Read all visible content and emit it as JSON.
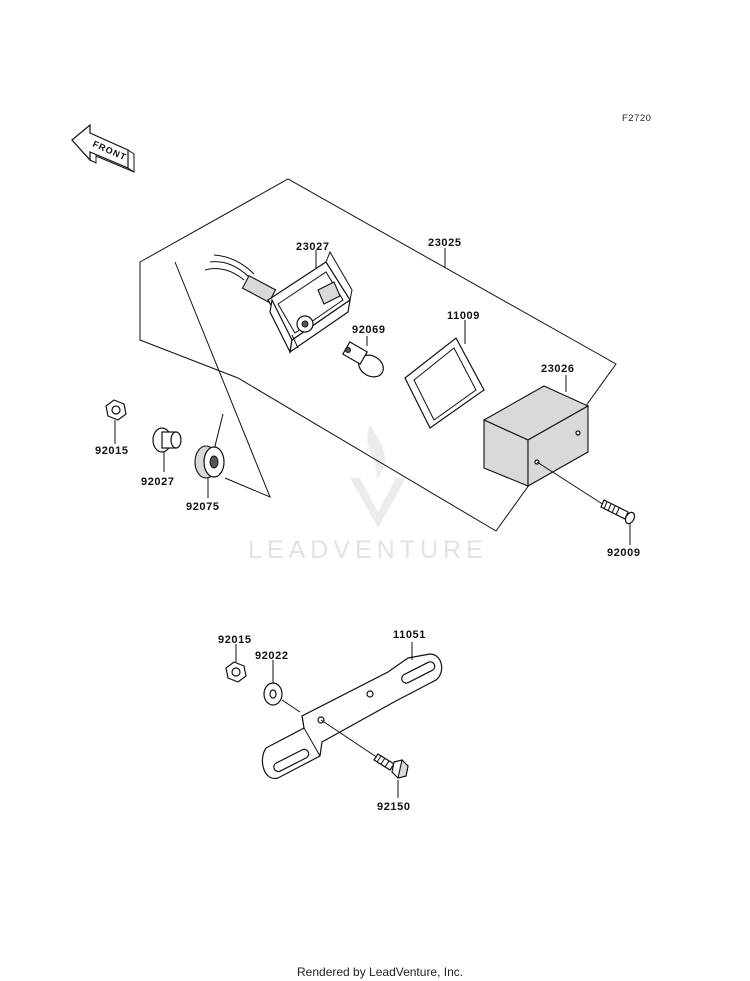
{
  "diagram": {
    "ref_code": "F2720",
    "front_label": "FRONT",
    "watermark": "LEADVENTURE",
    "footer": "Rendered by LeadVenture, Inc.",
    "labels": {
      "p23025": "23025",
      "p23027": "23027",
      "p92069": "92069",
      "p11009": "11009",
      "p23026": "23026",
      "p92009": "92009",
      "p92015a": "92015",
      "p92027": "92027",
      "p92075": "92075",
      "p92015b": "92015",
      "p92022": "92022",
      "p11051": "11051",
      "p92150": "92150"
    }
  }
}
